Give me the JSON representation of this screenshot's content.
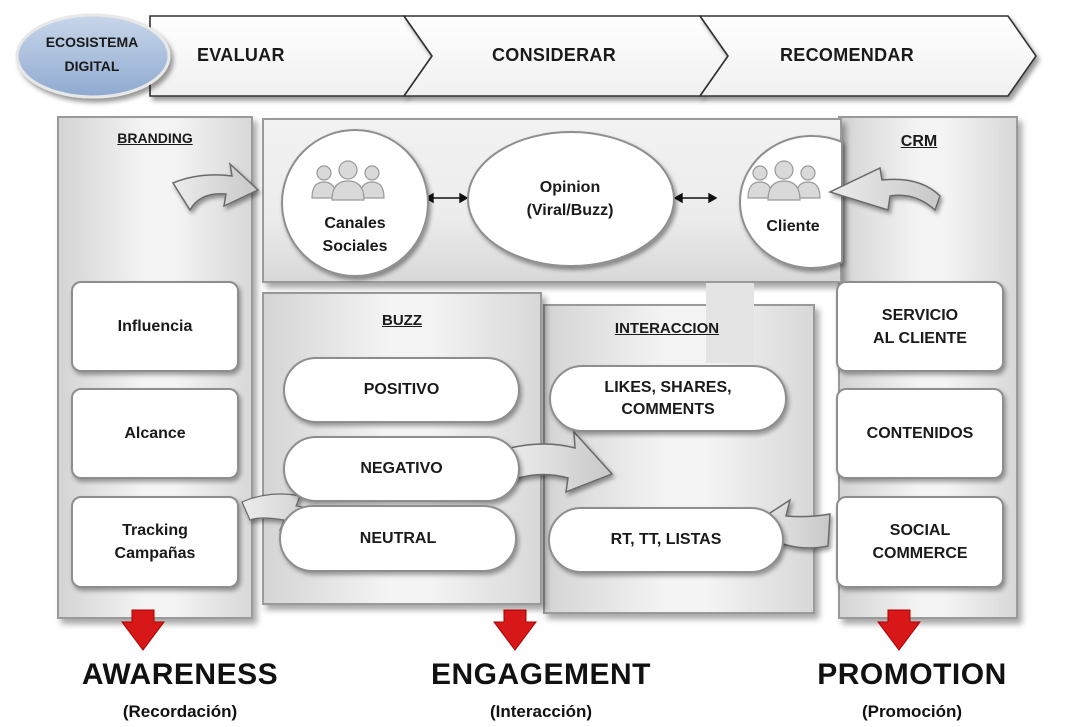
{
  "header": {
    "ecosystem": [
      "ECOSISTEMA",
      "DIGITAL"
    ],
    "steps": [
      "EVALUAR",
      "CONSIDERAR",
      "RECOMENDAR"
    ]
  },
  "top_row": {
    "canales": [
      "Canales",
      "Sociales"
    ],
    "opinion": [
      "Opinion",
      "(Viral/Buzz)"
    ],
    "cliente": "Cliente"
  },
  "branding": {
    "title": "BRANDING",
    "items": [
      "Influencia",
      "Alcance",
      [
        "Tracking",
        "Campañas"
      ]
    ]
  },
  "buzz": {
    "title": "BUZZ",
    "items": [
      "POSITIVO",
      "NEGATIVO",
      "NEUTRAL"
    ]
  },
  "interaccion": {
    "title": "INTERACCION",
    "items": [
      [
        "LIKES, SHARES,",
        "COMMENTS"
      ],
      "RT, TT,  LISTAS"
    ]
  },
  "crm": {
    "title": "CRM",
    "items": [
      [
        "SERVICIO",
        "AL CLIENTE"
      ],
      "CONTENIDOS",
      [
        "SOCIAL",
        "COMMERCE"
      ]
    ]
  },
  "outcomes": [
    {
      "title": "AWARENESS",
      "subtitle": "(Recordación)"
    },
    {
      "title": "ENGAGEMENT",
      "subtitle": "(Interacción)"
    },
    {
      "title": "PROMOTION",
      "subtitle": "(Promoción)"
    }
  ],
  "colors": {
    "ecosystem_fill": "#a9bfdc",
    "down_arrow": "#d81818",
    "panel_border": "#9a9a9a",
    "curved_arrow": "#d0d0d0"
  }
}
